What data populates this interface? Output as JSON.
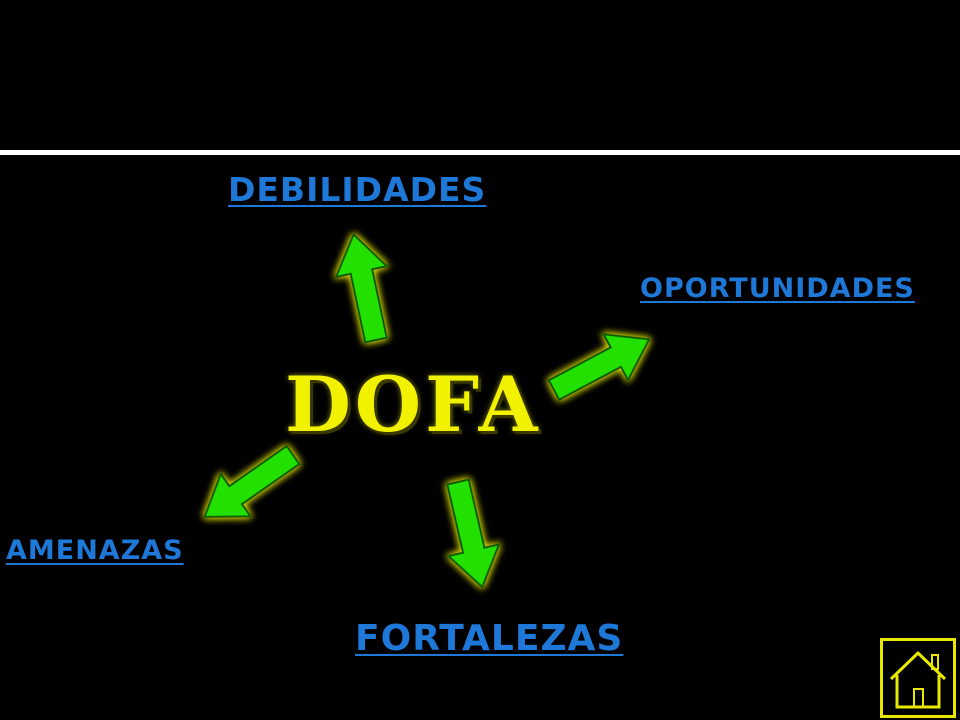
{
  "slide": {
    "center_title": "DOFA",
    "links": {
      "debilidades": "Debilidades",
      "oportunidades": "Oportunidades",
      "amenazas": "Amenazas",
      "fortalezas": "Fortalezas"
    }
  },
  "colors": {
    "background": "#000000",
    "divider": "#ffffff",
    "link": "#1e78d8",
    "title": "#f2f200",
    "arrow_fill": "#22e000",
    "arrow_glow": "#e8e800",
    "home_button": "#e8e800"
  },
  "icons": {
    "home_button": "home-icon",
    "arrow": "green-arrow-icon"
  }
}
